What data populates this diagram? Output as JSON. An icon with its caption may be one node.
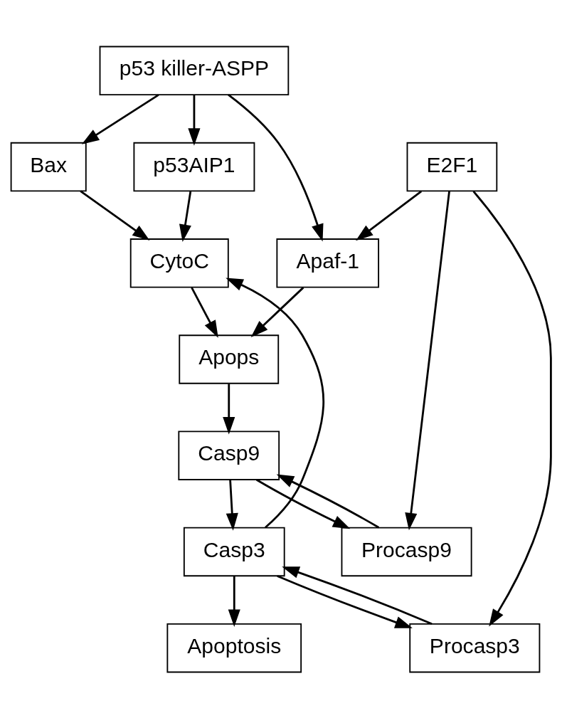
{
  "diagram": {
    "nodes": [
      {
        "text": [
          "p53 killer-ASPP"
        ]
      },
      {
        "text": [
          "E2F1"
        ]
      },
      {
        "text": [
          "Bax"
        ]
      },
      {
        "text": [
          "p53AIP1"
        ]
      },
      {
        "text": [
          "CytoC"
        ]
      },
      {
        "text": [
          "Apaf-1"
        ]
      },
      {
        "text": [
          "Apops"
        ]
      },
      {
        "text": [
          "Casp9"
        ]
      },
      {
        "text": [
          "Procasp9"
        ]
      },
      {
        "text": [
          "Casp3"
        ]
      },
      {
        "text": [
          "Procasp3"
        ]
      },
      {
        "text": [
          "Apoptosis"
        ]
      }
    ],
    "edges": [
      {
        "from": 0,
        "to": 2,
        "arrow": "to"
      },
      {
        "from": 0,
        "to": 3,
        "arrow": "to"
      },
      {
        "from": 0,
        "to": 5,
        "arrow": "to"
      },
      {
        "from": 2,
        "to": 4,
        "arrow": "to"
      },
      {
        "from": 3,
        "to": 4,
        "arrow": "to"
      },
      {
        "from": 1,
        "to": 5,
        "arrow": "to"
      },
      {
        "from": 1,
        "to": 8,
        "arrow": "to"
      },
      {
        "from": 1,
        "to": 10,
        "arrow": "to"
      },
      {
        "from": 9,
        "to": 4,
        "arrow": "to"
      },
      {
        "from": 4,
        "to": 6,
        "arrow": "to"
      },
      {
        "from": 5,
        "to": 6,
        "arrow": "to"
      },
      {
        "from": 6,
        "to": 7,
        "arrow": "to"
      },
      {
        "from": 8,
        "to": 7,
        "arrow": "to"
      },
      {
        "from": 7,
        "to": 8,
        "arrow": "to"
      },
      {
        "from": 7,
        "to": 9,
        "arrow": "to"
      },
      {
        "from": 10,
        "to": 9,
        "arrow": "to"
      },
      {
        "from": 9,
        "to": 10,
        "arrow": "to"
      },
      {
        "from": 9,
        "to": 11,
        "arrow": "to"
      }
    ]
  }
}
